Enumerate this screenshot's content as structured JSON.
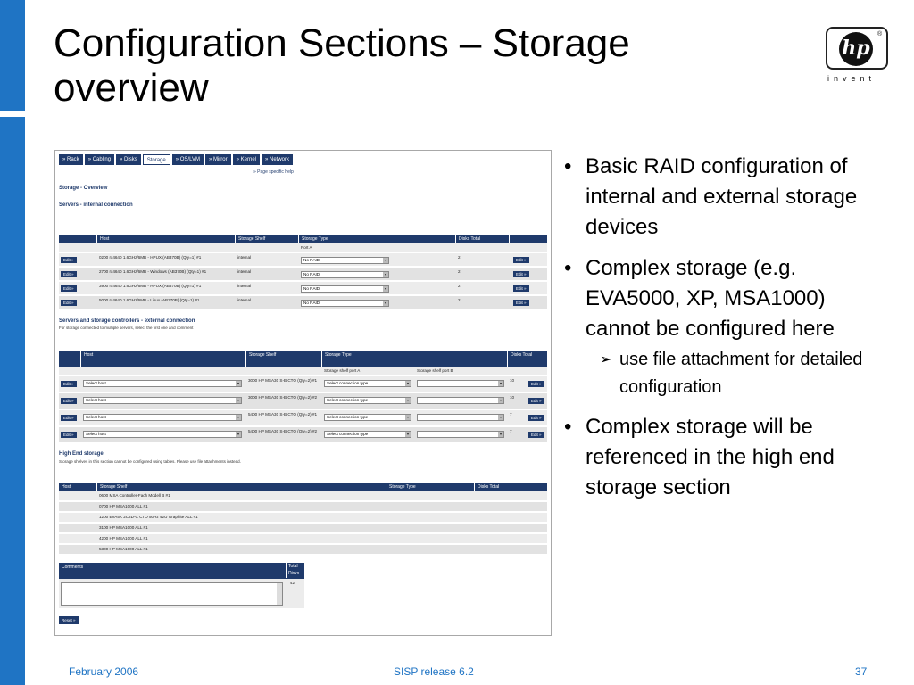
{
  "title_line1": "Configuration Sections – Storage",
  "title_line2": "overview",
  "logo": {
    "mark": "hp",
    "registered": "®",
    "tagline": "invent"
  },
  "screenshot": {
    "tabs": [
      "» Rack",
      "» Cabling",
      "» Disks",
      "Storage",
      "» OS/LVM",
      "» Mirror",
      "» Kernel",
      "» Network"
    ],
    "active_tab": "Storage",
    "help_link": "» Page specific help",
    "page_title": "Storage - Overview",
    "internal": {
      "title": "Servers - internal connection",
      "headers": [
        "Host",
        "Storage Shelf",
        "Storage Type",
        "Disks Total"
      ],
      "subheader": "Port A",
      "rows": [
        {
          "edit": "Edit »",
          "host": "0200 rx4640 1.6GHz/6MB - HPUX (AB370B) (Qty=1) #1",
          "shelf": "internal",
          "type": "No RAID",
          "disks": "2",
          "edit2": "Edit »"
        },
        {
          "edit": "Edit »",
          "host": "2700 rx4640 1.6GHz/6MB - Windows (AB370B) (Qty=1) #1",
          "shelf": "internal",
          "type": "No RAID",
          "disks": "2",
          "edit2": "Edit »"
        },
        {
          "edit": "Edit »",
          "host": "3900 rx4640 1.6GHz/6MB - HPUX (AB370B) (Qty=1) #1",
          "shelf": "internal",
          "type": "No RAID",
          "disks": "2",
          "edit2": "Edit »"
        },
        {
          "edit": "Edit »",
          "host": "5000 rx4640 1.6GHz/6MB - Linux (AB370B) (Qty=1) #1",
          "shelf": "internal",
          "type": "No RAID",
          "disks": "2",
          "edit2": "Edit »"
        }
      ]
    },
    "external": {
      "title": "Servers and storage controllers - external connection",
      "subtitle": "For storage connected to multiple servers, select the first one and comment",
      "headers": [
        "Host",
        "Storage Shelf",
        "Storage Type",
        "Disks Total"
      ],
      "sub_a": "Storage shelf port A",
      "sub_b": "Storage shelf port B",
      "rows": [
        {
          "edit": "Edit »",
          "host": "Select host",
          "shelf": "3000 HP MSA30 S-B CTO (Qty=2) #1",
          "type": "Select connection type",
          "disks": "10",
          "edit2": "Edit »"
        },
        {
          "edit": "Edit »",
          "host": "Select host",
          "shelf": "3000 HP MSA30 S-B CTO (Qty=2) #2",
          "type": "Select connection type",
          "disks": "10",
          "edit2": "Edit »"
        },
        {
          "edit": "Edit »",
          "host": "Select host",
          "shelf": "5400 HP MSA30 S-B CTO (Qty=2) #1",
          "type": "Select connection type",
          "disks": "7",
          "edit2": "Edit »"
        },
        {
          "edit": "Edit »",
          "host": "Select host",
          "shelf": "5400 HP MSA30 S-B CTO (Qty=2) #2",
          "type": "Select connection type",
          "disks": "7",
          "edit2": "Edit »"
        }
      ]
    },
    "highend": {
      "title": "High End storage",
      "subtitle": "Storage shelves in this section cannot be configured using tables. Please use file attachments instead.",
      "headers": [
        "Host",
        "Storage Shelf",
        "Storage Type",
        "Disks Total"
      ],
      "rows": [
        "0600 MSA Controller-Fach Modell B #1",
        "0700 HP MSA1000 ALL #1",
        "1200 EVA5K 2C2D-C CTO 50Hz 42U Graphite ALL #1",
        "3100 HP MSA1000 ALL #1",
        "4200 HP MSA1000 ALL #1",
        "5300 HP MSA1000 ALL #1"
      ]
    },
    "comments": {
      "label": "Comments",
      "total_label_1": "Total",
      "total_label_2": "Disks",
      "total_value": "42"
    },
    "reset": "Reset »"
  },
  "bullets": {
    "b1": "Basic RAID configuration of internal and external storage devices",
    "b2": "Complex storage (e.g. EVA5000, XP, MSA1000) cannot be configured here",
    "b2_sub": "use file attachment for detailed configuration",
    "b3": "Complex storage will be referenced in the high end storage section"
  },
  "footer": {
    "date": "February 2006",
    "center": "SISP release 6.2",
    "page": "37"
  },
  "colors": {
    "accent_blue": "#1f74c4",
    "table_navy": "#1f3a6b"
  }
}
